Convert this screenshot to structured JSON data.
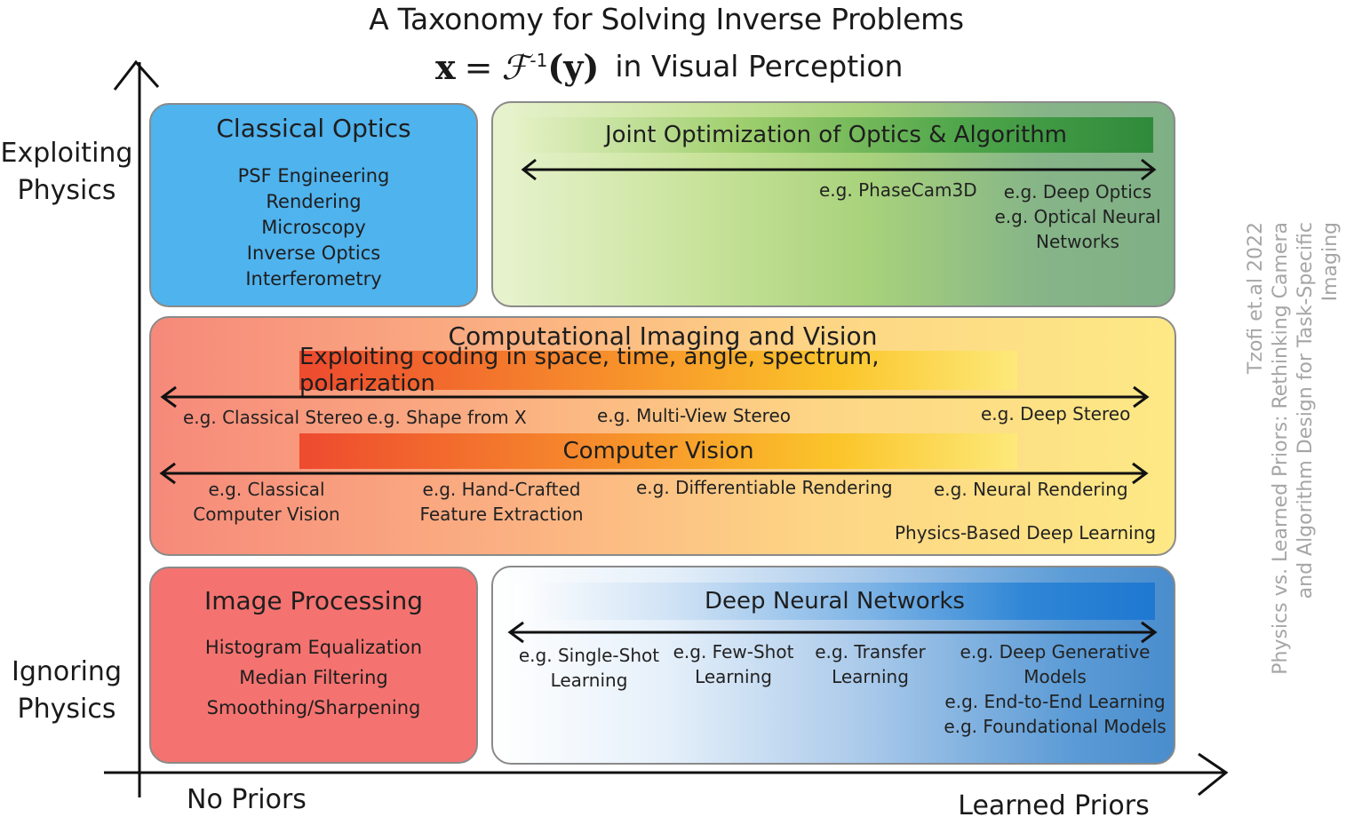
{
  "title": "A Taxonomy for Solving Inverse Problems",
  "formula": {
    "lhs": "x",
    "eq": "=",
    "op": "ℱ",
    "sup": "-1",
    "arg": "(y)",
    "tail": "in Visual Perception"
  },
  "y_axis": {
    "top_label": [
      "Exploiting",
      "Physics"
    ],
    "bottom_label": [
      "Ignoring",
      "Physics"
    ]
  },
  "x_axis": {
    "left_label": "No Priors",
    "right_label": "Learned Priors"
  },
  "classical_optics": {
    "heading": "Classical Optics",
    "items": [
      "PSF Engineering",
      "Rendering",
      "Microscopy",
      "Inverse Optics",
      "Interferometry"
    ],
    "color": "#4fb3ee"
  },
  "joint_optimization": {
    "band_label": "Joint Optimization of Optics & Algorithm",
    "examples": [
      "e.g.  PhaseCam3D",
      "e.g. Deep Optics",
      "e.g. Optical Neural",
      "Networks"
    ]
  },
  "computational_imaging": {
    "heading": "Computational Imaging and Vision",
    "coding_band": "Exploiting coding in space, time, angle, spectrum, polarization",
    "coding_examples": [
      "e.g. Classical Stereo",
      "e.g. Shape from X",
      "e.g.  Multi-View Stereo",
      "e.g. Deep Stereo"
    ],
    "cv_band": "Computer Vision",
    "cv_examples": [
      [
        "e.g. Classical",
        "Computer Vision"
      ],
      [
        "e.g. Hand-Crafted",
        "Feature Extraction"
      ],
      [
        "e.g. Differentiable Rendering"
      ],
      [
        "e.g. Neural Rendering"
      ]
    ],
    "footer": "Physics-Based Deep Learning"
  },
  "image_processing": {
    "heading": "Image Processing",
    "items": [
      "Histogram Equalization",
      "Median Filtering",
      "Smoothing/Sharpening"
    ],
    "color": "#f47370"
  },
  "deep_networks": {
    "band_label": "Deep Neural Networks",
    "examples": [
      [
        "e.g. Single-Shot",
        "Learning"
      ],
      [
        "e.g. Few-Shot",
        "Learning"
      ],
      [
        "e.g. Transfer",
        "Learning"
      ],
      [
        "e.g. Deep Generative",
        "Models",
        "e.g. End-to-End Learning",
        "e.g. Foundational Models"
      ]
    ]
  },
  "credit": [
    "Tzofi et.al 2022",
    "Physics vs. Learned Priors: Rethinking Camera",
    "and Algorithm Design for Task-Specific Imaging"
  ]
}
